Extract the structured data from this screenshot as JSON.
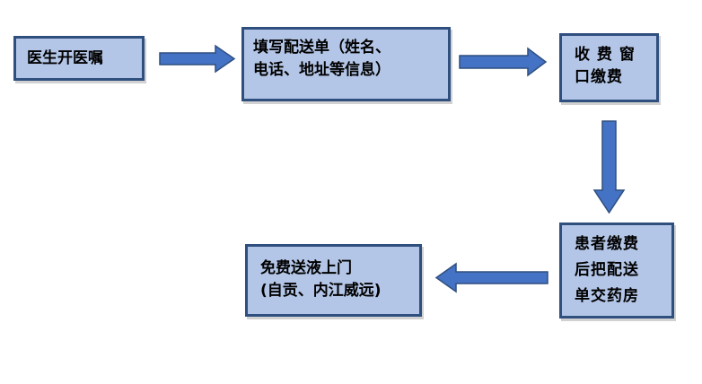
{
  "colors": {
    "box_fill": "#b4c6e7",
    "box_border": "#2f4f7f",
    "arrow_fill": "#4472c4",
    "arrow_border": "#2f4f7f"
  },
  "steps": [
    {
      "text": "医生开医嘱"
    },
    {
      "text": "填写配送单（姓名、\n电话、地址等信息）"
    },
    {
      "text": "收 费 窗\n口缴费"
    },
    {
      "text": "患者缴费\n后把配送\n单交药房"
    },
    {
      "text": "免费送液上门\n(自贡、内江威远)"
    }
  ]
}
